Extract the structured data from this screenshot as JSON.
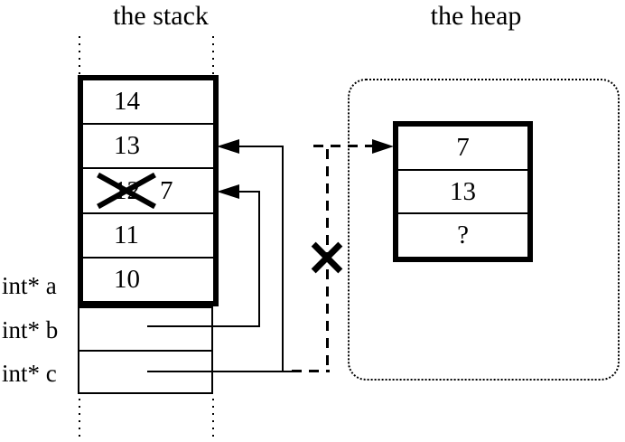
{
  "titles": {
    "stack": "the stack",
    "heap": "the heap"
  },
  "stack": {
    "cells": [
      {
        "value": "14"
      },
      {
        "value": "13"
      },
      {
        "old_value": "12",
        "new_value": "7",
        "crossed_out": true
      },
      {
        "value": "11"
      },
      {
        "value": "10"
      }
    ],
    "vars": [
      {
        "label": "int* a"
      },
      {
        "label": "int* b"
      },
      {
        "label": "int* c"
      }
    ]
  },
  "heap": {
    "cells": [
      {
        "value": "7"
      },
      {
        "value": "13"
      },
      {
        "value": "?"
      }
    ]
  },
  "colors": {
    "ink": "#000000",
    "background": "#ffffff"
  }
}
